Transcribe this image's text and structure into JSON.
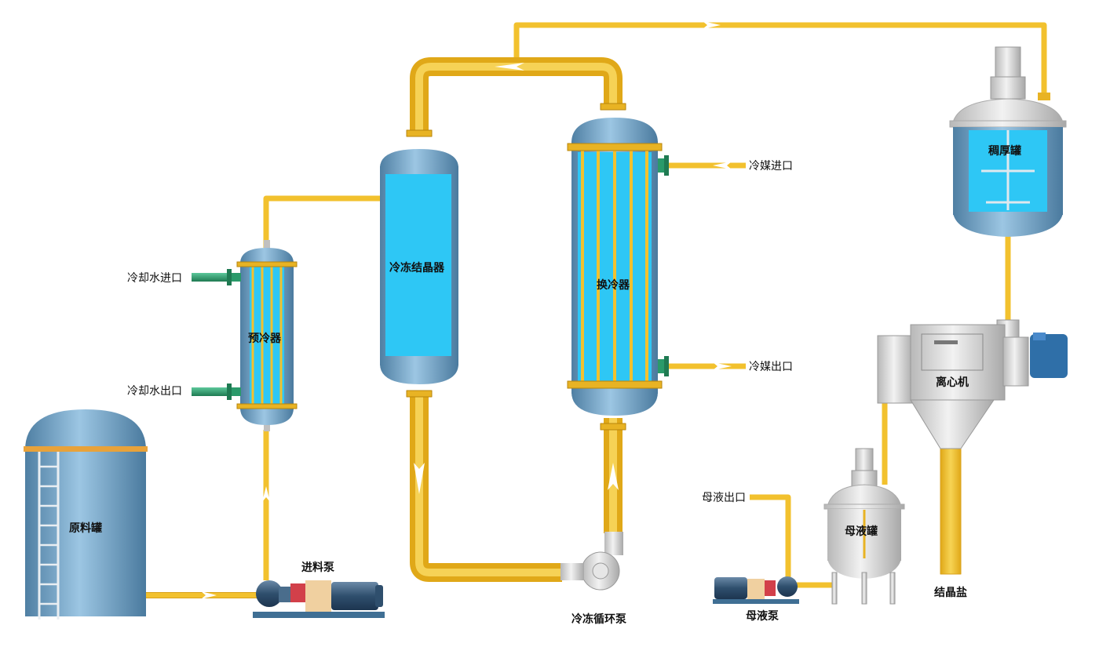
{
  "labels": {
    "raw_tank": "原料罐",
    "feed_pump": "进料泵",
    "precooler": "预冷器",
    "cool_water_in": "冷却水进口",
    "cool_water_out": "冷却水出口",
    "freeze_crystallizer": "冷冻结晶器",
    "heat_exchanger": "换冷器",
    "refrigerant_in": "冷媒进口",
    "refrigerant_out": "冷媒出口",
    "circulation_pump": "冷冻循环泵",
    "thickener": "稠厚罐",
    "centrifuge": "离心机",
    "mother_tank": "母液罐",
    "mother_outlet": "母液出口",
    "mother_pump": "母液泵",
    "crystal_salt": "结晶盐"
  },
  "colors": {
    "pipe": "#f2c12e",
    "pipe_edge": "#d9a21c",
    "vessel_blue": "#6aa3c6",
    "window_cyan": "#2ec7f5",
    "green_nozzle": "#2a9a6a",
    "steel": "#d8d8d8"
  }
}
